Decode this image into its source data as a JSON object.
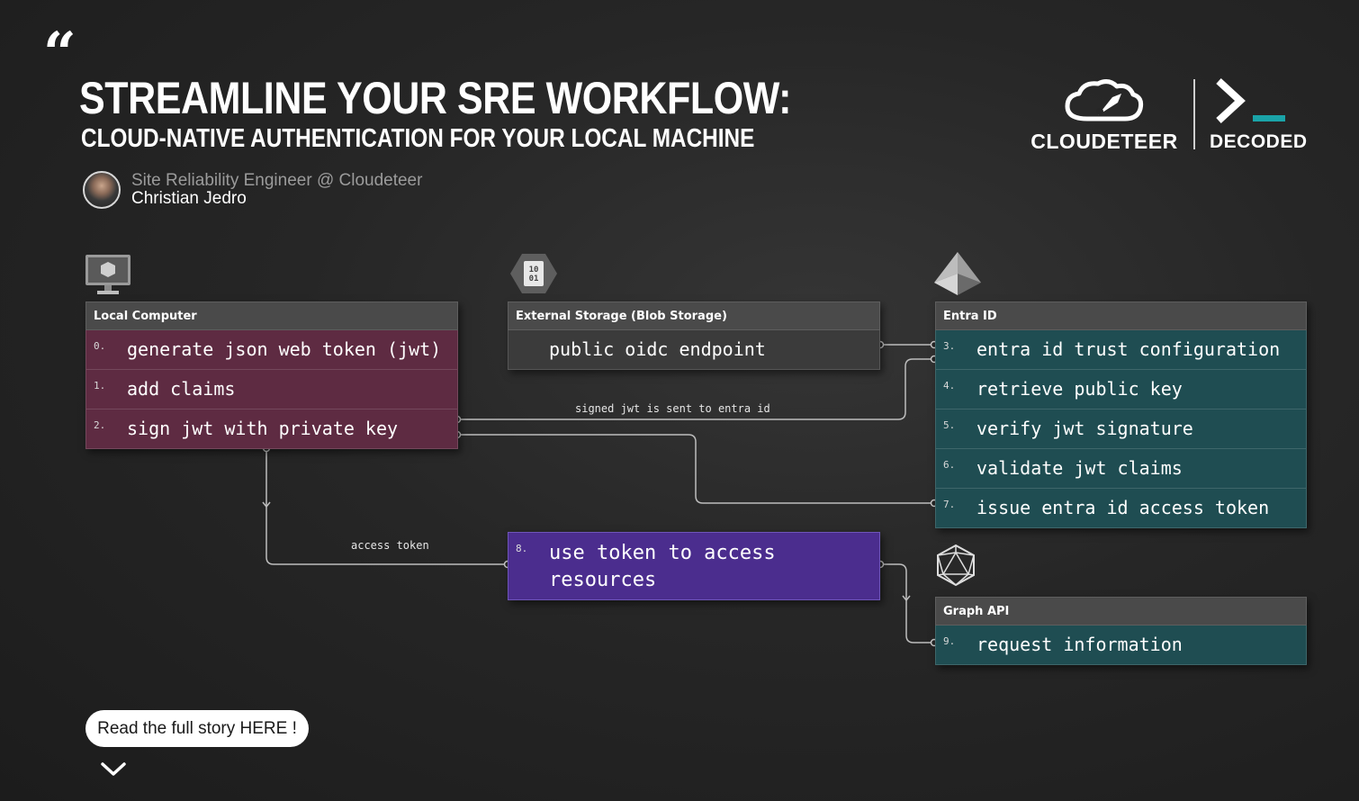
{
  "header": {
    "quote_mark": "“",
    "title": "STREAMLINE YOUR SRE WORKFLOW:",
    "subtitle": "CLOUD-NATIVE AUTHENTICATION FOR YOUR LOCAL MACHINE"
  },
  "author": {
    "role": "Site Reliability Engineer @ Cloudeteer",
    "name": "Christian Jedro"
  },
  "logos": {
    "cloudeteer": "CLOUDETEER",
    "decoded": "DECODED",
    "accent_color": "#1aa3a8"
  },
  "diagram": {
    "local_computer": {
      "title": "Local Computer",
      "icon": "computer-icon",
      "steps": [
        {
          "num": "0.",
          "text": "generate json web token (jwt)"
        },
        {
          "num": "1.",
          "text": "add claims"
        },
        {
          "num": "2.",
          "text": "sign jwt with private key"
        }
      ]
    },
    "external_storage": {
      "title": "External Storage (Blob Storage)",
      "icon": "blob-storage-icon",
      "steps": [
        {
          "num": "",
          "text": "public oidc endpoint"
        }
      ]
    },
    "entra_id": {
      "title": "Entra ID",
      "icon": "entra-id-icon",
      "steps": [
        {
          "num": "3.",
          "text": "entra id trust configuration"
        },
        {
          "num": "4.",
          "text": "retrieve public key"
        },
        {
          "num": "5.",
          "text": "verify jwt signature"
        },
        {
          "num": "6.",
          "text": "validate jwt claims"
        },
        {
          "num": "7.",
          "text": "issue entra id access token"
        }
      ]
    },
    "resources": {
      "num": "8.",
      "text": "use token to access resources"
    },
    "graph_api": {
      "title": "Graph API",
      "icon": "graph-api-icon",
      "steps": [
        {
          "num": "9.",
          "text": "request information"
        }
      ]
    },
    "connections": {
      "signed_jwt": "signed jwt is sent to entra id",
      "access_token": "access token"
    },
    "colors": {
      "local": "#5e2b42",
      "storage": "#3b3b3b",
      "entra": "#1f4d52",
      "resources": "#4b2d8e"
    }
  },
  "cta": {
    "label": "Read the full story HERE !"
  }
}
